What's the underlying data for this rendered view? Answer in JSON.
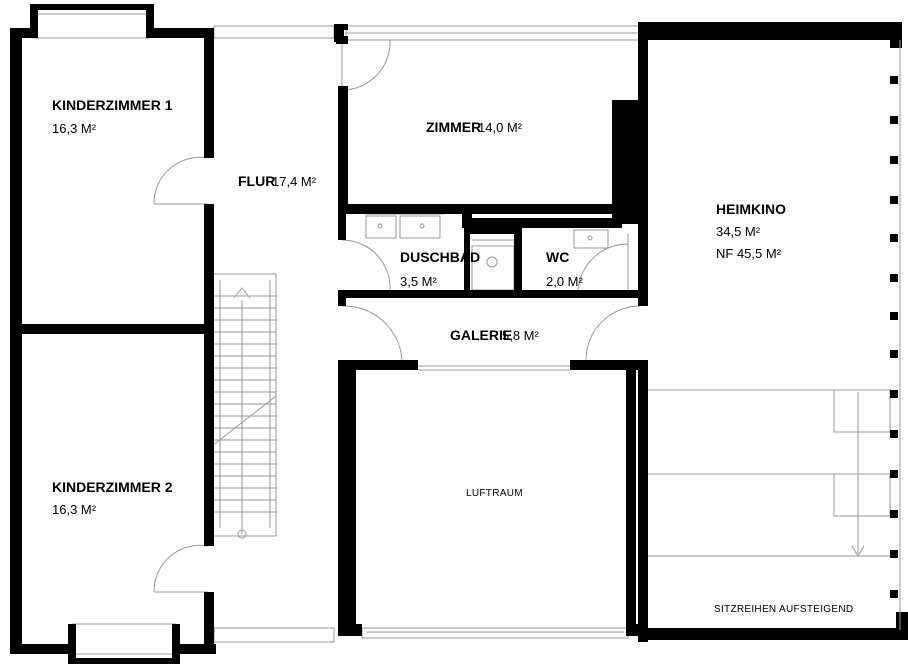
{
  "plan": {
    "colors": {
      "wall": "#000000",
      "line": "#9a9a9a",
      "background": "#ffffff"
    },
    "rooms": {
      "kinderzimmer1": {
        "name": "KINDERZIMMER 1",
        "area": "16,3 M²"
      },
      "kinderzimmer2": {
        "name": "KINDERZIMMER 2",
        "area": "16,3 M²"
      },
      "flur": {
        "name": "FLUR",
        "area": "17,4 M²"
      },
      "zimmer": {
        "name": "ZIMMER",
        "area": "14,0 M²"
      },
      "duschbad": {
        "name": "DUSCHBAD",
        "area": "3,5 M²"
      },
      "wc": {
        "name": "WC",
        "area": "2,0 M²"
      },
      "galerie": {
        "name": "GALERIE",
        "area": "5,8 M²"
      },
      "heimkino": {
        "name": "HEIMKINO",
        "area": "34,5 M²",
        "area_nf": "NF 45,5 M²"
      }
    },
    "annotations": {
      "luftraum": "LUFTRAUM",
      "sitzreihen": "SITZREIHEN AUFSTEIGEND"
    }
  }
}
